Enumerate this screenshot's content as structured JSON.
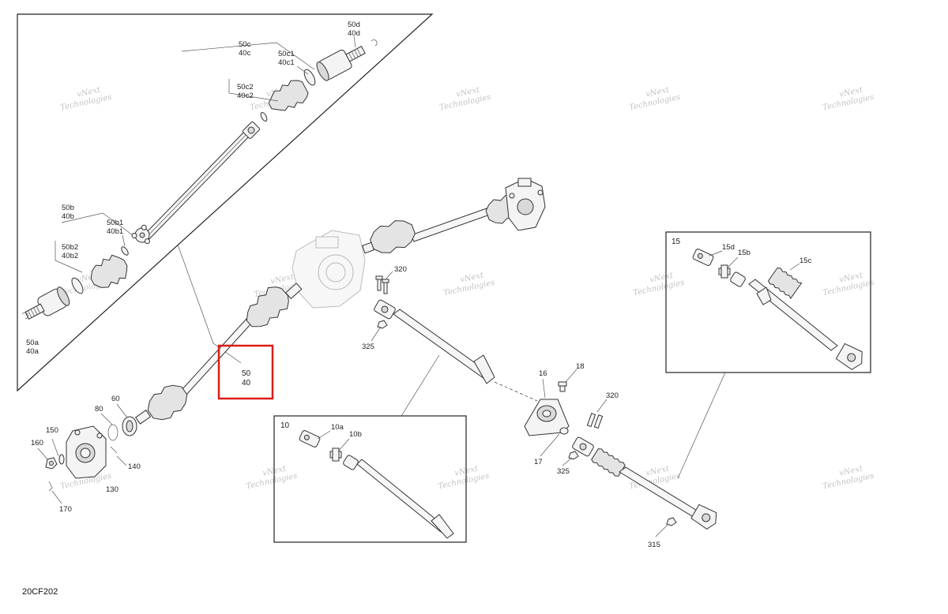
{
  "diagram_code": "20CF202",
  "watermark": {
    "line1": "vNext",
    "line2": "Technologies"
  },
  "highlight_color": "#d91e18",
  "callouts": {
    "c50d": "50d",
    "c40d": "40d",
    "c50c": "50c",
    "c40c": "40c",
    "c50c1": "50c1",
    "c40c1": "40c1",
    "c50c2": "50c2",
    "c40c2": "40c2",
    "c50b": "50b",
    "c40b": "40b",
    "c50b1": "50b1",
    "c40b1": "40b1",
    "c50b2": "50b2",
    "c40b2": "40b2",
    "c50a": "50a",
    "c40a": "40a",
    "c50": "50",
    "c40": "40",
    "c60": "60",
    "c80": "80",
    "c150": "150",
    "c160": "160",
    "c140": "140",
    "c130": "130",
    "c170": "170",
    "c320a": "320",
    "c325a": "325",
    "c16": "16",
    "c18": "18",
    "c17": "17",
    "c320b": "320",
    "c325b": "325",
    "c315": "315",
    "c10": "10",
    "c10a": "10a",
    "c10b": "10b",
    "c15": "15",
    "c15d": "15d",
    "c15b": "15b",
    "c15c": "15c"
  }
}
